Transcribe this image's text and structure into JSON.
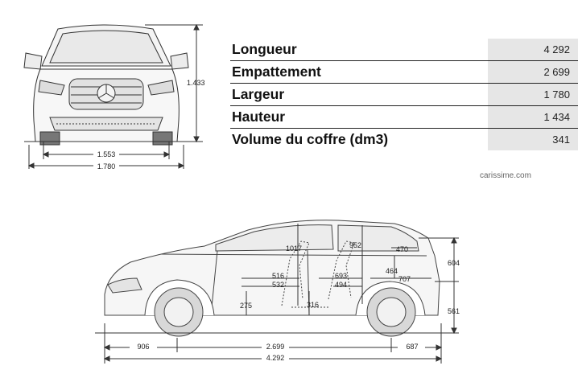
{
  "front_view": {
    "height": "1.433",
    "track": "1.553",
    "width": "1.780"
  },
  "specs": [
    {
      "label": "Longueur",
      "value": "4 292"
    },
    {
      "label": "Empattement",
      "value": "2 699"
    },
    {
      "label": "Largeur",
      "value": "1 780"
    },
    {
      "label": "Hauteur",
      "value": "1 434"
    },
    {
      "label": "Volume du coffre (dm3)",
      "value": "341"
    }
  ],
  "credit": "carissime.com",
  "side_view": {
    "front_headroom": "1017",
    "rear_headroom": "952",
    "front_legroom_a": "516",
    "front_legroom_b": "532",
    "front_seat_height": "275",
    "rear_legroom_a": "693",
    "rear_legroom_b": "494",
    "rear_seat_height": "316",
    "trunk_length_top": "470",
    "trunk_height": "464",
    "trunk_length_floor": "707",
    "upper_height": "604",
    "lower_height": "561",
    "front_overhang": "906",
    "wheelbase": "2.699",
    "rear_overhang": "687",
    "overall_length": "4.292"
  }
}
